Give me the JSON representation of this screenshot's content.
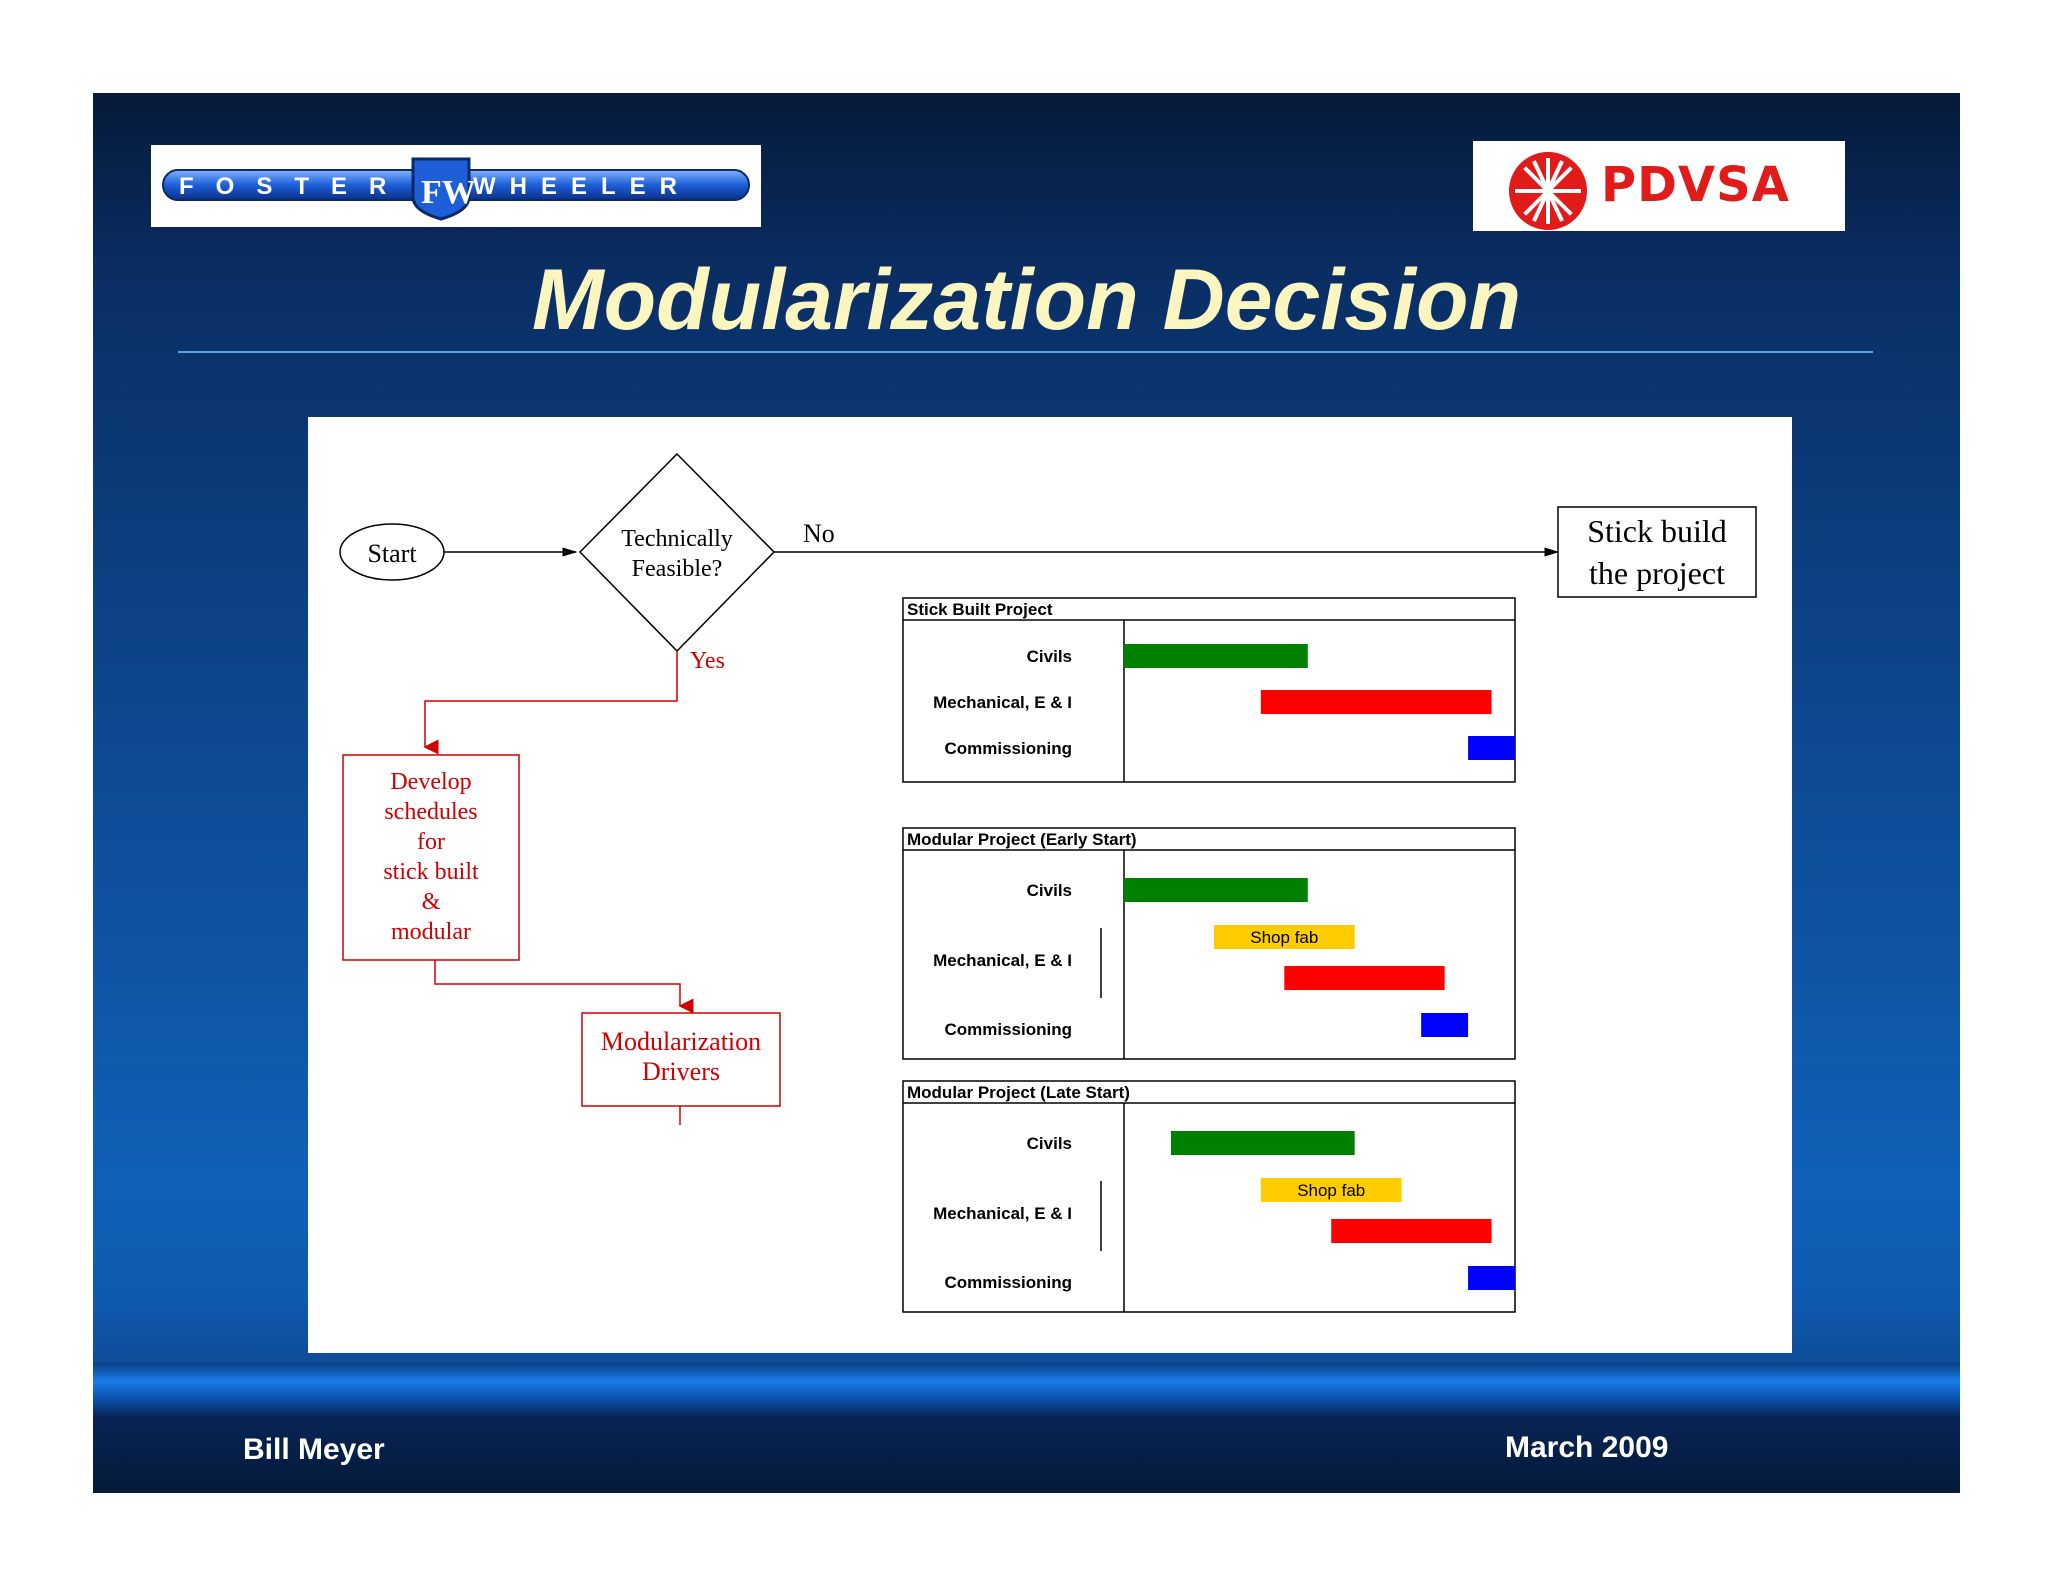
{
  "logos": {
    "left_brand": "FOSTER WHEELER",
    "left_mark": "FW",
    "right_brand": "PDVSA"
  },
  "slide": {
    "title": "Modularization Decision"
  },
  "flowchart": {
    "start": "Start",
    "decision_line1": "Technically",
    "decision_line2": "Feasible?",
    "no_label": "No",
    "yes_label": "Yes",
    "stick_box_line1": "Stick build",
    "stick_box_line2": "the project",
    "develop_lines": [
      "Develop",
      "schedules",
      "for",
      "stick built",
      "&",
      "modular"
    ],
    "drivers_line1": "Modularization",
    "drivers_line2": "Drivers"
  },
  "gantt": [
    {
      "title": "Stick Built Project",
      "rows": [
        "Civils",
        "Mechanical, E & I",
        "Commissioning"
      ],
      "bars": [
        {
          "row": "Civils",
          "start": 0.0,
          "end": 0.47,
          "color": "#008000",
          "label": ""
        },
        {
          "row": "Mechanical, E & I",
          "start": 0.35,
          "end": 0.94,
          "color": "#ff0000",
          "label": ""
        },
        {
          "row": "Commissioning",
          "start": 0.88,
          "end": 1.0,
          "color": "#0000ff",
          "label": ""
        }
      ]
    },
    {
      "title": "Modular Project (Early Start)",
      "rows": [
        "Civils",
        "Mechanical, E & I",
        "Commissioning"
      ],
      "bars": [
        {
          "row": "Civils",
          "start": 0.0,
          "end": 0.47,
          "color": "#008000",
          "label": ""
        },
        {
          "row": "Shop fab",
          "start": 0.23,
          "end": 0.59,
          "color": "#ffcc00",
          "label": "Shop fab"
        },
        {
          "row": "Mechanical, E & I",
          "start": 0.41,
          "end": 0.82,
          "color": "#ff0000",
          "label": ""
        },
        {
          "row": "Commissioning",
          "start": 0.76,
          "end": 0.88,
          "color": "#0000ff",
          "label": ""
        }
      ]
    },
    {
      "title": "Modular Project (Late Start)",
      "rows": [
        "Civils",
        "Mechanical, E & I",
        "Commissioning"
      ],
      "bars": [
        {
          "row": "Civils",
          "start": 0.12,
          "end": 0.59,
          "color": "#008000",
          "label": ""
        },
        {
          "row": "Shop fab",
          "start": 0.35,
          "end": 0.71,
          "color": "#ffcc00",
          "label": "Shop fab"
        },
        {
          "row": "Mechanical, E & I",
          "start": 0.53,
          "end": 0.94,
          "color": "#ff0000",
          "label": ""
        },
        {
          "row": "Commissioning",
          "start": 0.88,
          "end": 1.0,
          "color": "#0000ff",
          "label": ""
        }
      ]
    }
  ],
  "footer": {
    "author": "Bill Meyer",
    "date": "March 2009"
  }
}
